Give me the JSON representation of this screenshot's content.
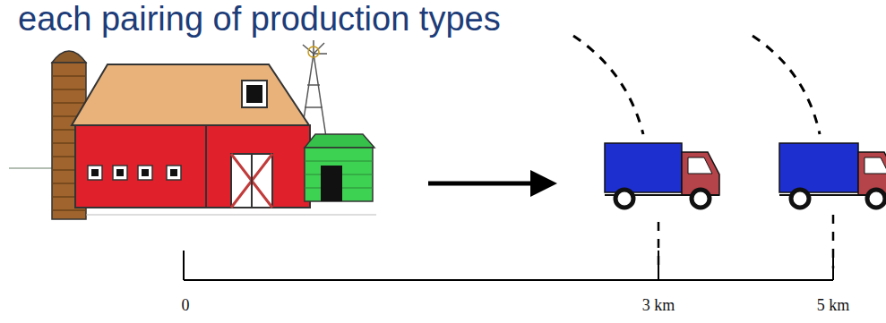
{
  "diagram": {
    "title": "each pairing of production types",
    "labels": [
      "0",
      "3 km",
      "5 km"
    ]
  }
}
